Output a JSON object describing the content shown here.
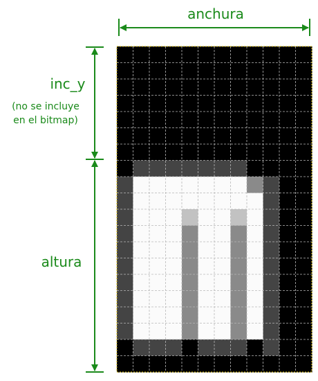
{
  "labels": {
    "anchura": "anchura",
    "inc_y": "inc_y",
    "note_line1": "(no se incluye",
    "note_line2": "en el bitmap)",
    "altura": "altura"
  },
  "colors": {
    "annotation": "#1a8a1a",
    "grid_line": "#b8b8b8",
    "border": "#e0c000"
  },
  "bitmap": {
    "columns": 12,
    "inc_y_rows": 7,
    "palette": {
      "0": "#000000",
      "1": "#444444",
      "2": "#8a8a8a",
      "3": "#c2c2c2",
      "4": "#fbfbfb"
    },
    "rows": [
      "000000000000",
      "000000000000",
      "000000000000",
      "000000000000",
      "000000000000",
      "000000000000",
      "000000000000",
      "011111110000",
      "144444442100",
      "144444444100",
      "144434434100",
      "144424424100",
      "144424424100",
      "144424424100",
      "144424424100",
      "144424424100",
      "144424424100",
      "144424424100",
      "011101110100",
      "000000000000"
    ]
  }
}
